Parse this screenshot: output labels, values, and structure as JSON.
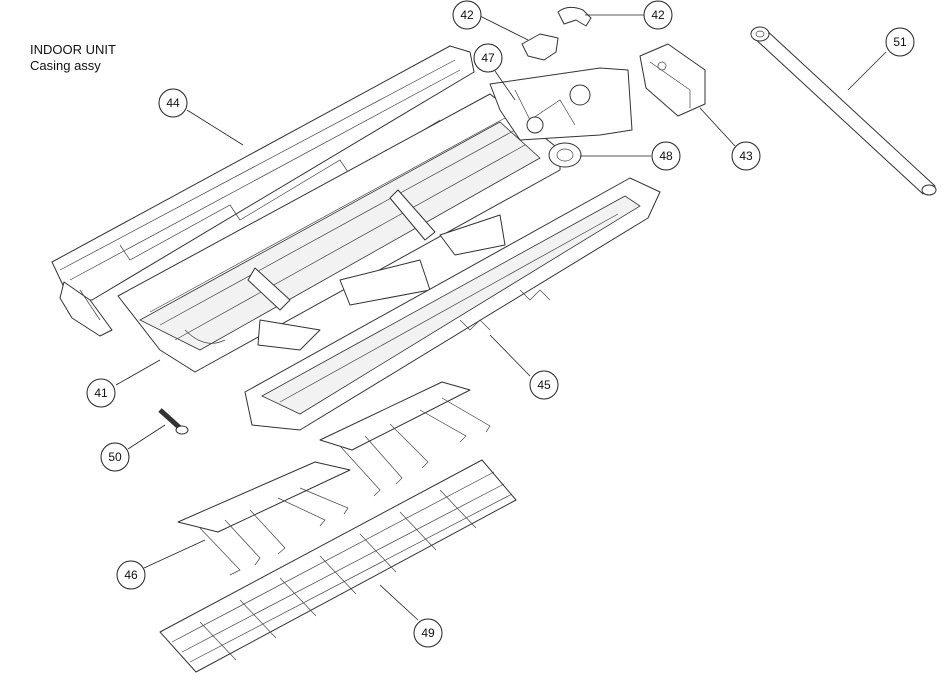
{
  "heading": {
    "line1": "INDOOR UNIT",
    "line2": "Casing assy"
  },
  "callouts": [
    {
      "id": "c41",
      "label": "41"
    },
    {
      "id": "c42a",
      "label": "42"
    },
    {
      "id": "c42b",
      "label": "42"
    },
    {
      "id": "c43",
      "label": "43"
    },
    {
      "id": "c44",
      "label": "44"
    },
    {
      "id": "c45",
      "label": "45"
    },
    {
      "id": "c46",
      "label": "46"
    },
    {
      "id": "c47",
      "label": "47"
    },
    {
      "id": "c48",
      "label": "48"
    },
    {
      "id": "c49",
      "label": "49"
    },
    {
      "id": "c50",
      "label": "50"
    },
    {
      "id": "c51",
      "label": "51"
    }
  ]
}
